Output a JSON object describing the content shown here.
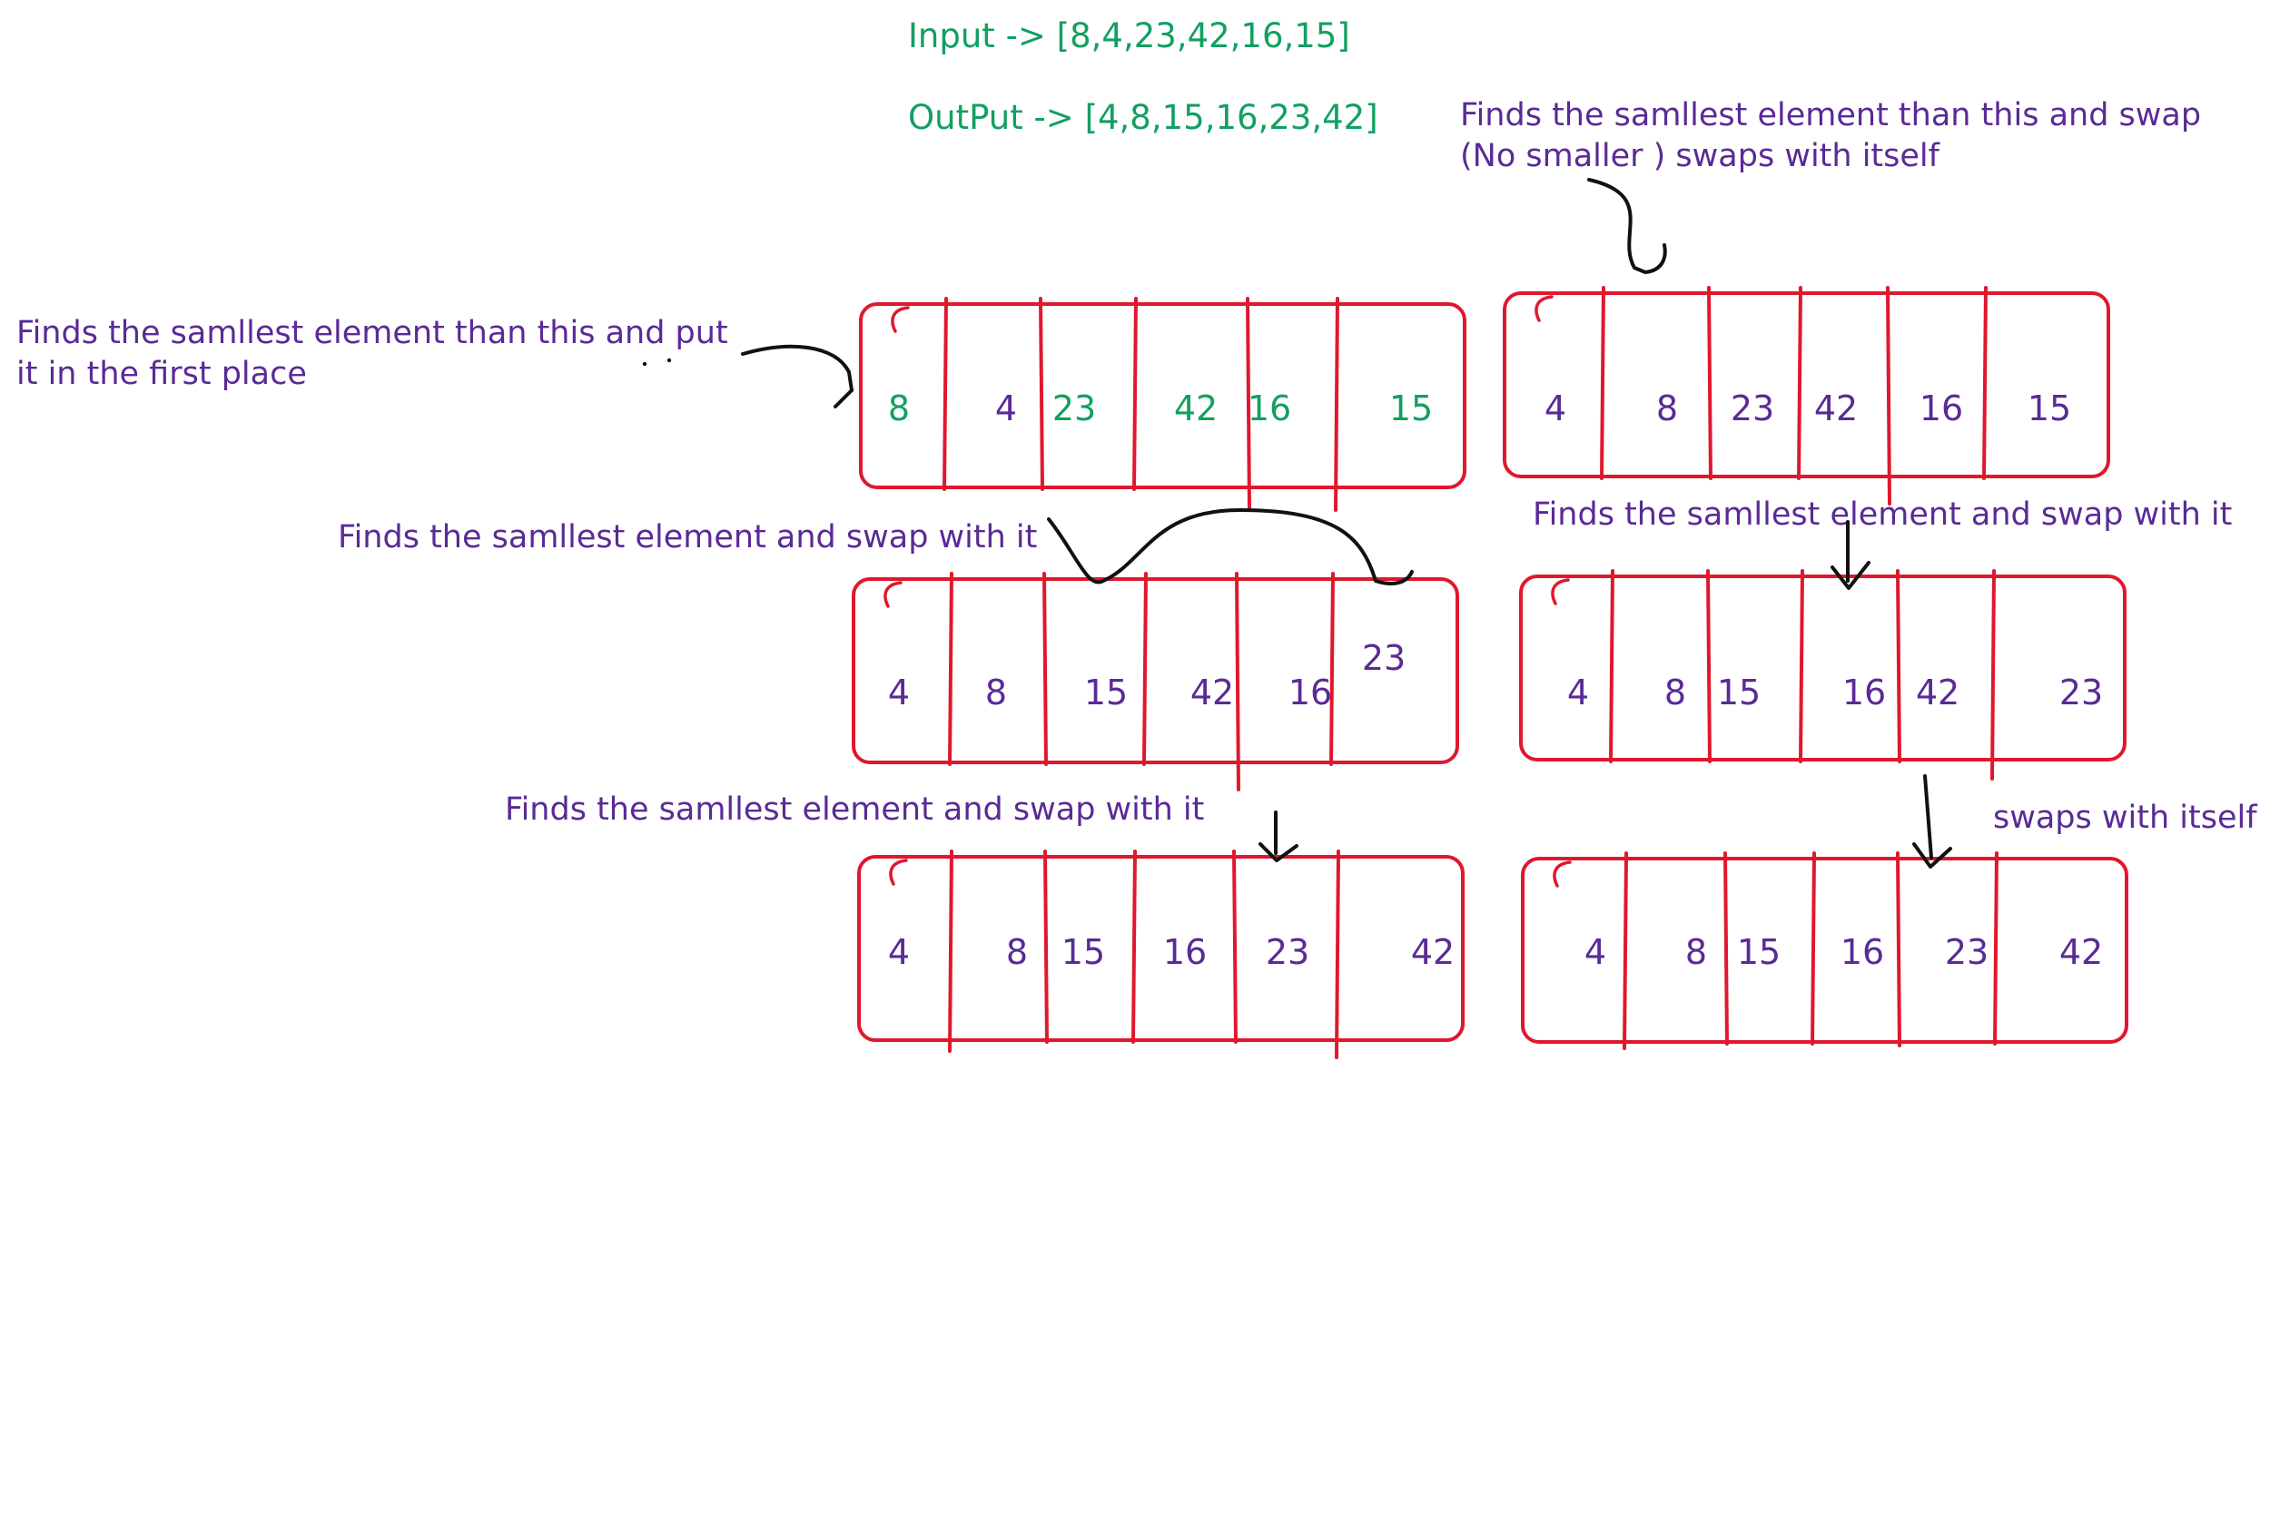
{
  "colors": {
    "box": "#e0182d",
    "text_purple": "#5a2a96",
    "text_green": "#12a060",
    "arrow": "#111111"
  },
  "header": {
    "input": "Input -> [8,4,23,42,16,15]",
    "output": "OutPut -> [4,8,15,16,23,42]"
  },
  "annotations": [
    {
      "lines": [
        "Finds the samllest element than this and put",
        "it in the first place"
      ]
    },
    {
      "lines": [
        "Finds the samllest element than this and swap",
        "(No smaller ) swaps with itself"
      ]
    },
    {
      "lines": [
        "Finds the samllest element and swap with it"
      ]
    },
    {
      "lines": [
        "Finds the samllest element and swap with it"
      ]
    },
    {
      "lines": [
        "Finds the samllest element and swap with it"
      ]
    },
    {
      "lines": [
        "swaps with itself"
      ]
    }
  ],
  "arrays": [
    {
      "cells": [
        "8",
        "4",
        "23",
        "42",
        "16",
        "15"
      ],
      "cell_colors": [
        "green",
        "purple",
        "green",
        "green",
        "green",
        "green"
      ]
    },
    {
      "cells": [
        "4",
        "8",
        "23",
        "42",
        "16",
        "15"
      ],
      "cell_colors": [
        "purple",
        "purple",
        "purple",
        "purple",
        "purple",
        "purple"
      ]
    },
    {
      "cells": [
        "4",
        "8",
        "15",
        "42",
        "16",
        "23"
      ],
      "cell_colors": [
        "purple",
        "purple",
        "purple",
        "purple",
        "purple",
        "purple"
      ]
    },
    {
      "cells": [
        "4",
        "8",
        "15",
        "16",
        "42",
        "23"
      ],
      "cell_colors": [
        "purple",
        "purple",
        "purple",
        "purple",
        "purple",
        "purple"
      ]
    },
    {
      "cells": [
        "4",
        "8",
        "15",
        "16",
        "23",
        "42"
      ],
      "cell_colors": [
        "purple",
        "purple",
        "purple",
        "purple",
        "purple",
        "purple"
      ]
    },
    {
      "cells": [
        "4",
        "8",
        "15",
        "16",
        "23",
        "42"
      ],
      "cell_colors": [
        "purple",
        "purple",
        "purple",
        "purple",
        "purple",
        "purple"
      ]
    }
  ]
}
